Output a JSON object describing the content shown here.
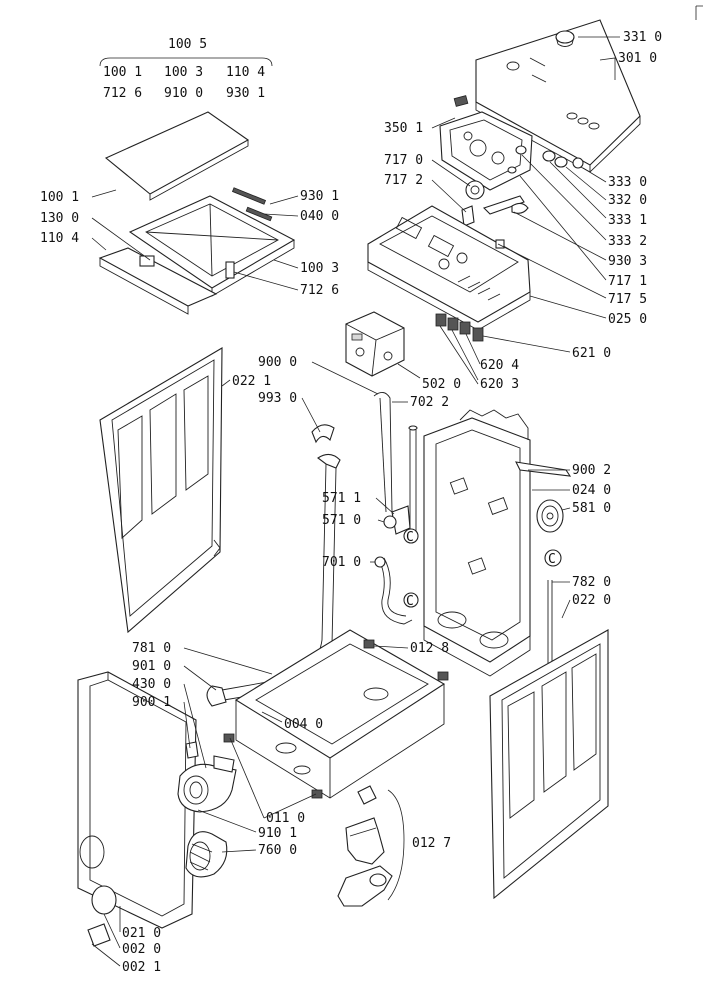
{
  "header_group": {
    "top": "100 5",
    "row1": [
      "100 1",
      "100 3",
      "110 4"
    ],
    "row2": [
      "712 6",
      "910 0",
      "930 1"
    ]
  },
  "labels": [
    {
      "id": "l-331-0",
      "text": "331 0"
    },
    {
      "id": "l-301-0",
      "text": "301 0"
    },
    {
      "id": "l-350-1",
      "text": "350 1"
    },
    {
      "id": "l-717-0",
      "text": "717 0"
    },
    {
      "id": "l-717-2",
      "text": "717 2"
    },
    {
      "id": "l-333-0",
      "text": "333 0"
    },
    {
      "id": "l-332-0",
      "text": "332 0"
    },
    {
      "id": "l-333-1",
      "text": "333 1"
    },
    {
      "id": "l-333-2",
      "text": "333 2"
    },
    {
      "id": "l-930-3",
      "text": "930 3"
    },
    {
      "id": "l-717-1",
      "text": "717 1"
    },
    {
      "id": "l-717-5",
      "text": "717 5"
    },
    {
      "id": "l-025-0",
      "text": "025 0"
    },
    {
      "id": "l-100-1",
      "text": "100 1"
    },
    {
      "id": "l-130-0",
      "text": "130 0"
    },
    {
      "id": "l-110-4",
      "text": "110 4"
    },
    {
      "id": "l-930-1",
      "text": "930 1"
    },
    {
      "id": "l-040-0",
      "text": "040 0"
    },
    {
      "id": "l-100-3",
      "text": "100 3"
    },
    {
      "id": "l-712-6",
      "text": "712 6"
    },
    {
      "id": "l-621-0",
      "text": "621 0"
    },
    {
      "id": "l-620-4",
      "text": "620 4"
    },
    {
      "id": "l-620-3",
      "text": "620 3"
    },
    {
      "id": "l-502-0",
      "text": "502 0"
    },
    {
      "id": "l-900-0",
      "text": "900 0"
    },
    {
      "id": "l-022-1",
      "text": "022 1"
    },
    {
      "id": "l-993-0",
      "text": "993 0"
    },
    {
      "id": "l-702-2",
      "text": "702 2"
    },
    {
      "id": "l-900-2",
      "text": "900 2"
    },
    {
      "id": "l-024-0",
      "text": "024 0"
    },
    {
      "id": "l-581-0",
      "text": "581 0"
    },
    {
      "id": "l-571-1",
      "text": "571 1"
    },
    {
      "id": "l-571-0",
      "text": "571 0"
    },
    {
      "id": "l-701-0",
      "text": "701 0"
    },
    {
      "id": "l-782-0",
      "text": "782 0"
    },
    {
      "id": "l-022-0",
      "text": "022 0"
    },
    {
      "id": "l-781-0",
      "text": "781 0"
    },
    {
      "id": "l-901-0",
      "text": "901 0"
    },
    {
      "id": "l-430-0",
      "text": "430 0"
    },
    {
      "id": "l-900-1",
      "text": "900 1"
    },
    {
      "id": "l-012-8",
      "text": "012 8"
    },
    {
      "id": "l-004-0",
      "text": "004 0"
    },
    {
      "id": "l-011-0",
      "text": "011 0"
    },
    {
      "id": "l-910-1",
      "text": "910 1"
    },
    {
      "id": "l-760-0",
      "text": "760 0"
    },
    {
      "id": "l-012-7",
      "text": "012 7"
    },
    {
      "id": "l-021-0",
      "text": "021 0"
    },
    {
      "id": "l-002-0",
      "text": "002 0"
    },
    {
      "id": "l-002-1",
      "text": "002 1"
    }
  ],
  "connector_markers": [
    "C",
    "C",
    "C"
  ]
}
